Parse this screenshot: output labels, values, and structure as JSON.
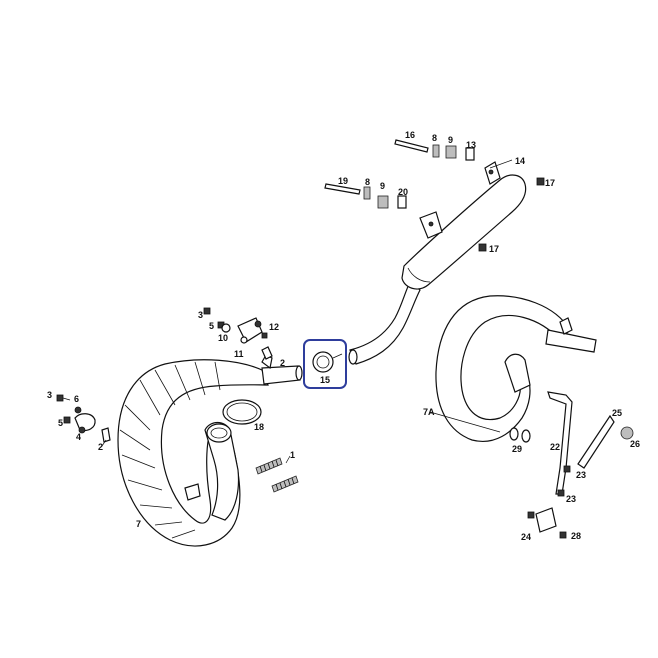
{
  "diagram": {
    "callouts": {
      "c1": "1",
      "c2a": "2",
      "c2b": "2",
      "c3a": "3",
      "c3b": "3",
      "c4a": "4",
      "c5a": "5",
      "c5b": "5",
      "c6": "6",
      "c7": "7",
      "c7a": "7A",
      "c8a": "8",
      "c8b": "8",
      "c9a": "9",
      "c9b": "9",
      "c10": "10",
      "c11": "11",
      "c12": "12",
      "c13": "13",
      "c14": "14",
      "c15": "15",
      "c16": "16",
      "c17a": "17",
      "c17b": "17",
      "c18": "18",
      "c19": "19",
      "c20": "20",
      "c22": "22",
      "c23a": "23",
      "c23b": "23",
      "c24": "24",
      "c25": "25",
      "c26": "26",
      "c28": "28",
      "c29": "29"
    },
    "highlight_color": "#2e3d9c"
  }
}
